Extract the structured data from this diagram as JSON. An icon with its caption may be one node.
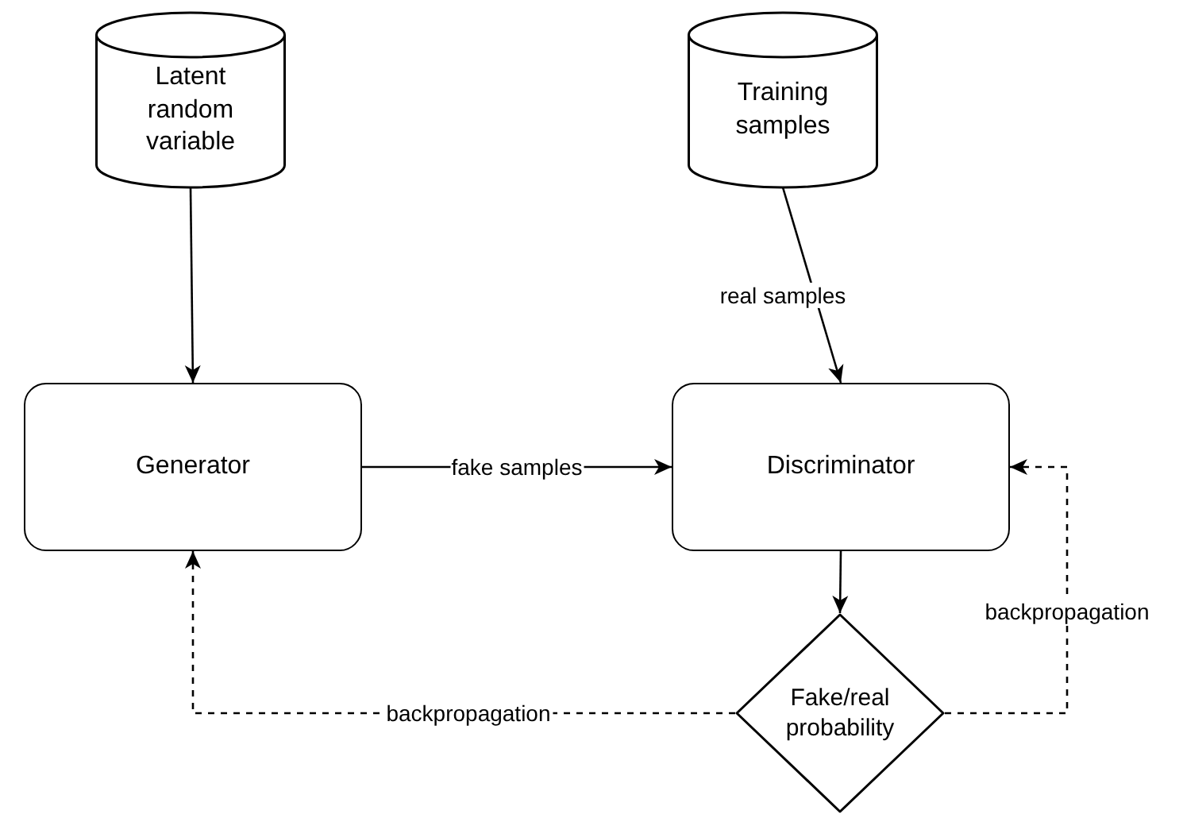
{
  "diagram": {
    "nodes": [
      {
        "text": [
          "Latent random variable"
        ]
      },
      {
        "text": [
          "Training samples"
        ]
      },
      {
        "text": [
          "Generator"
        ]
      },
      {
        "text": [
          "Discriminator"
        ]
      },
      {
        "text": [
          "Fake/real probability"
        ]
      }
    ],
    "edges": [
      {
        "from": 0,
        "to": 2,
        "arrow": "to"
      },
      {
        "from": 1,
        "to": 3,
        "arrow": "to",
        "label": "real samples"
      },
      {
        "from": 2,
        "to": 3,
        "arrow": "to",
        "label": "fake samples"
      },
      {
        "from": 3,
        "to": 4,
        "arrow": "to"
      },
      {
        "from": 4,
        "to": 2,
        "arrow": "to",
        "label": "backpropagation",
        "style": "dashed"
      },
      {
        "from": 4,
        "to": 3,
        "arrow": "to",
        "label": "backpropagation",
        "style": "dashed"
      }
    ]
  }
}
